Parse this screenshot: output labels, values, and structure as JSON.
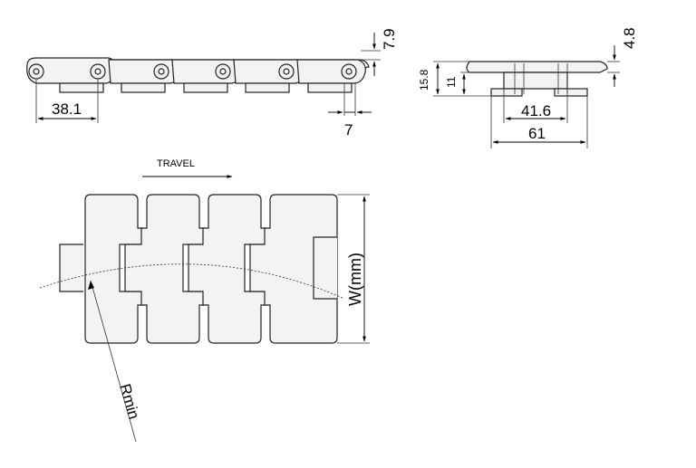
{
  "side_view": {
    "pitch": "38.1",
    "height_top": "7.9",
    "tab_width": "7"
  },
  "end_view": {
    "thickness": "4.8",
    "total_height": "15.8",
    "body_height": "11",
    "inner_width": "41.6",
    "outer_width": "61"
  },
  "plan_view": {
    "travel_label": "TRAVEL",
    "width_label": "W(mm)",
    "radius_label": "Rmin"
  }
}
